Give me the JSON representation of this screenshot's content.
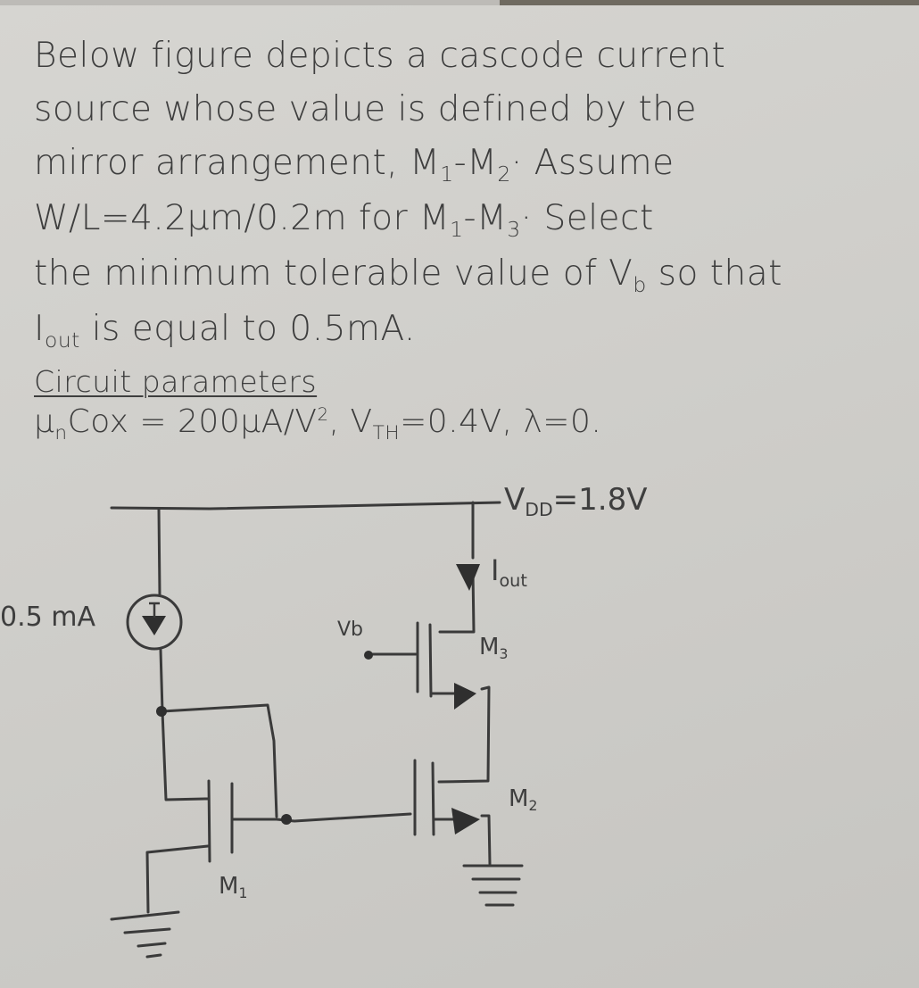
{
  "problem": {
    "lines": [
      "Below figure depicts a cascode current",
      "source whose value is defined by the",
      "mirror arrangement, M",
      "W/L=4.2μm/0.2m for M",
      "the minimum tolerable value of V",
      "I"
    ],
    "line3_parts": {
      "m1": "M",
      "m1_sub": "1",
      "dash": "-M",
      "m2_sub": "2",
      "rest": "· Assume"
    },
    "line4_parts": {
      "prefix": "W/L=4.2μm/0.2m for M",
      "m1_sub": "1",
      "dash": "-M",
      "m3_sub": "3",
      "rest": "· Select"
    },
    "line5_parts": {
      "prefix": "the minimum tolerable value of V",
      "vb_sub": "b",
      "rest": " so that"
    },
    "line6_parts": {
      "i": "I",
      "sub": "out",
      "rest": " is equal to 0.5mA."
    },
    "params_heading": "Circuit parameters",
    "params": {
      "mu": "μ",
      "mu_sub": "n",
      "cox": "Cox = 200μA/V",
      "sq": "2",
      "vth": ", V",
      "vth_sub": "TH",
      "vth_val": "=0.4V, λ=0."
    }
  },
  "circuit": {
    "vdd_label": "V",
    "vdd_sub": "DD",
    "vdd_value": "=1.8V",
    "iout_label": "I",
    "iout_sub": "out",
    "source_current": "0.5 mA",
    "vb_label": "Vb",
    "m1": "M",
    "m1_sub": "1",
    "m2": "M",
    "m2_sub": "2",
    "m3": "M",
    "m3_sub": "3"
  }
}
